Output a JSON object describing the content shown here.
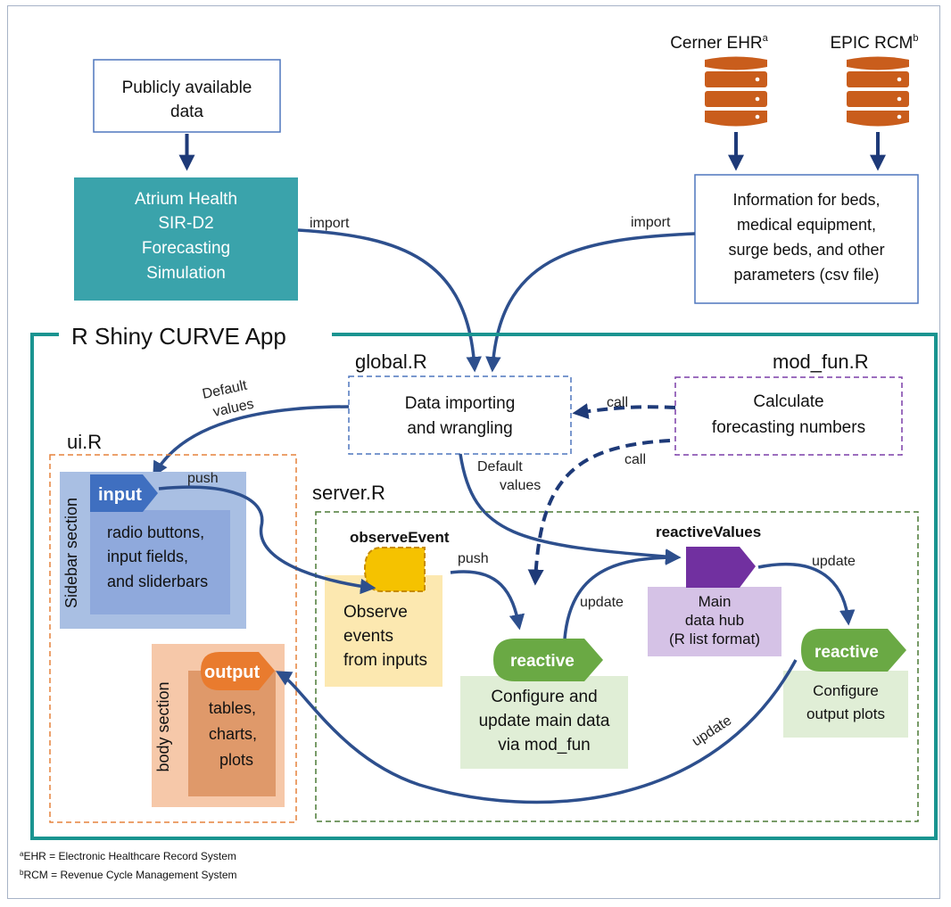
{
  "colors": {
    "teal": "#3aa3ab",
    "app_border": "#1a9490",
    "arrow": "#2d4f8d",
    "db_orange": "#c95d1c",
    "blue_dashed": "#4f77bd",
    "purple_dashed": "#7c3ea8",
    "orange_dashed": "#e6823c",
    "green_dashed": "#4b7a36",
    "input_blue": "#3f6fc0",
    "gold": "#f5c200",
    "green": "#6aa944",
    "purple": "#7130a0",
    "output_orange": "#e97b2e"
  },
  "sources": {
    "public_data": "Publicly available data",
    "atrium": [
      "Atrium Health",
      "SIR-D2",
      "Forecasting",
      "Simulation"
    ],
    "cerner": {
      "name": "Cerner EHR",
      "sup": "a"
    },
    "epic": {
      "name": "EPIC RCM",
      "sup": "b"
    },
    "info_lines": [
      "Information for beds,",
      "medical equipment,",
      "surge beds, and other",
      "parameters (csv file)"
    ]
  },
  "app": {
    "title": "R Shiny CURVE App",
    "global_title": "global.R",
    "global_box": [
      "Data importing",
      "and wrangling"
    ],
    "modfun_title": "mod_fun.R",
    "modfun_box": [
      "Calculate",
      "forecasting numbers"
    ],
    "ui_title": "ui.R",
    "sidebar_label": "Sidebar section",
    "input_label": "input",
    "input_items": [
      "radio buttons,",
      "input fields,",
      "and sliderbars"
    ],
    "body_label": "body section",
    "output_label": "output",
    "output_items": [
      "tables,",
      "charts,",
      "plots"
    ],
    "server_title": "server.R",
    "observe_title": "observeEvent",
    "observe_box": [
      "Observe",
      "events",
      "from inputs"
    ],
    "reactive1_label": "reactive",
    "reactive1_box": [
      "Configure and",
      "update main data",
      "via mod_fun"
    ],
    "rv_title": "reactiveValues",
    "rv_box": [
      "Main",
      "data hub",
      "(R list format)"
    ],
    "reactive2_label": "reactive",
    "reactive2_box": [
      "Configure",
      "output plots"
    ]
  },
  "arrow_labels": {
    "import_left": "import",
    "import_right": "import",
    "default_values_1": [
      "Default",
      "values"
    ],
    "default_values_2": [
      "Default",
      "values"
    ],
    "call_1": "call",
    "call_2": "call",
    "push_1": "push",
    "push_2": "push",
    "update_1": "update",
    "update_2": "update",
    "update_3": "update"
  },
  "footnotes": [
    {
      "sup": "a",
      "text": "EHR = Electronic Healthcare Record System"
    },
    {
      "sup": "b",
      "text": "RCM = Revenue Cycle Management System"
    }
  ]
}
